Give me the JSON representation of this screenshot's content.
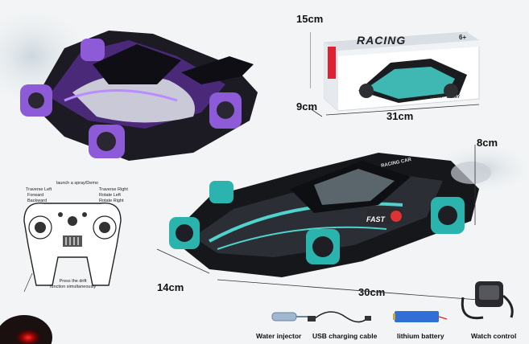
{
  "box": {
    "brand_text": "RACING",
    "age_badge": "6+",
    "side_text": "LIGHT · SPRAY",
    "height": "15cm",
    "depth": "9cm",
    "width": "31cm"
  },
  "car": {
    "height": "8cm",
    "depth": "14cm",
    "length": "30cm",
    "side_text": "RACING CAR",
    "decal": "FAST"
  },
  "remote": {
    "labels": {
      "launch": "launch a spray/Demo",
      "traverse_left": "Traverse Left",
      "traverse_right": "Traverse Right",
      "forward_backward": "Forward\nBackward",
      "rotate": "Rotate Left\nRotate Right",
      "drift": "Press the drift\nfunction simultaneously"
    }
  },
  "accessories": [
    {
      "label": "Water injector"
    },
    {
      "label": "USB charging cable"
    },
    {
      "label": "lithium battery"
    },
    {
      "label": "Watch control"
    }
  ]
}
